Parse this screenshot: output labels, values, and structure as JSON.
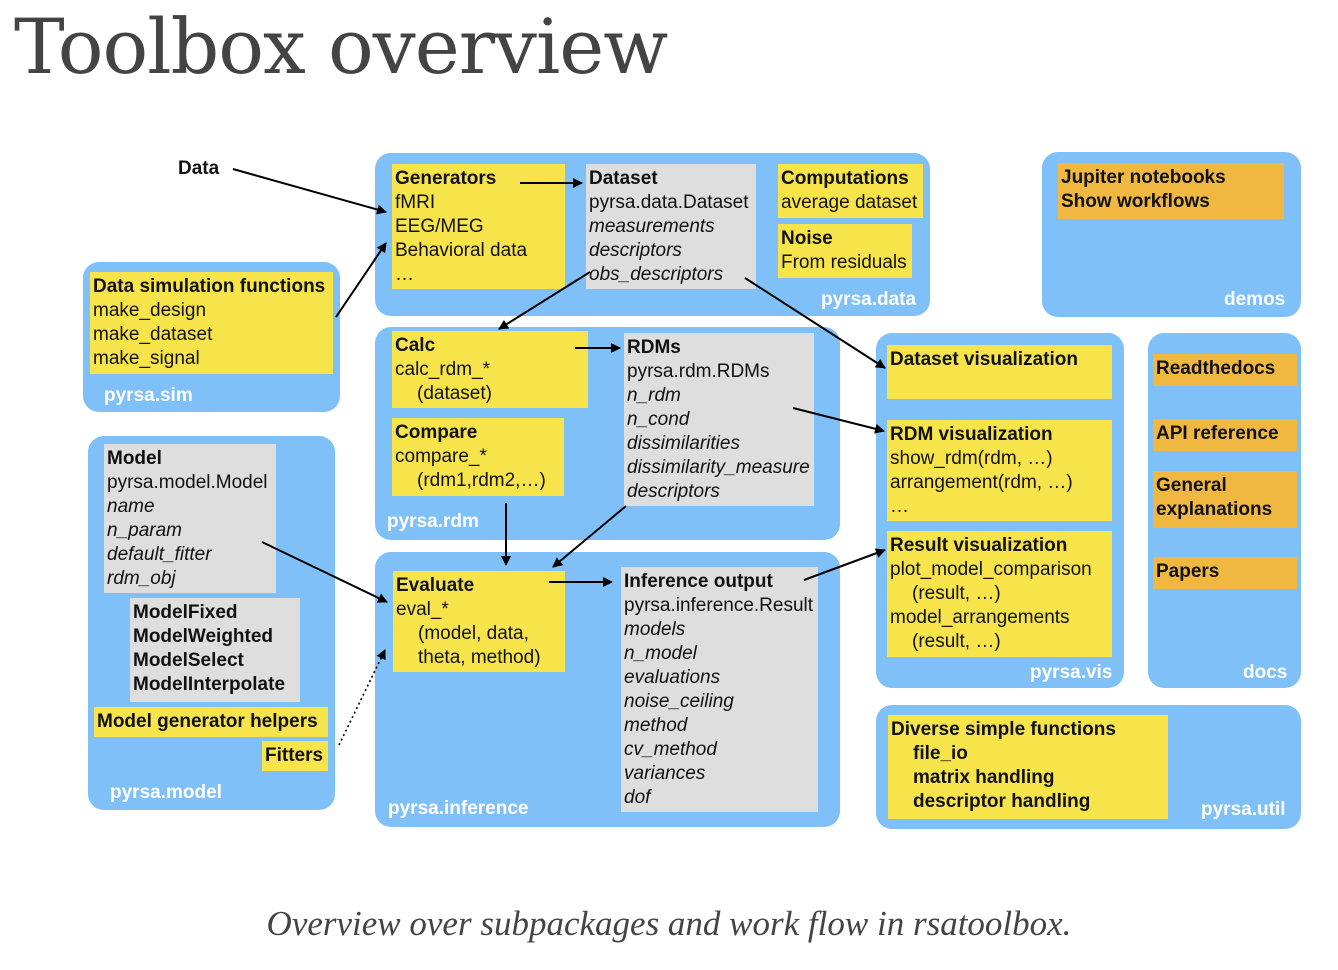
{
  "title": "Toolbox overview",
  "caption": "Overview over subpackages and work flow in rsatoolbox.",
  "data_label": "Data",
  "packages": {
    "data": "pyrsa.data",
    "sim": "pyrsa.sim",
    "rdm": "pyrsa.rdm",
    "model": "pyrsa.model",
    "inference": "pyrsa.inference",
    "vis": "pyrsa.vis",
    "util": "pyrsa.util",
    "demos": "demos",
    "docs": "docs"
  },
  "generators": {
    "title": "Generators",
    "lines": [
      "fMRI",
      "EEG/MEG",
      "Behavioral data",
      "…"
    ]
  },
  "dataset": {
    "title": "Dataset",
    "lines": [
      "pyrsa.data.Dataset"
    ],
    "italic": [
      "measurements",
      "descriptors",
      "obs_descriptors"
    ]
  },
  "computations": {
    "title": "Computations",
    "line": "average dataset"
  },
  "noise": {
    "title": "Noise",
    "line": "From residuals"
  },
  "sim": {
    "title": "Data simulation functions",
    "lines": [
      "make_design",
      "make_dataset",
      "make_signal"
    ]
  },
  "calc": {
    "title": "Calc",
    "line": "calc_rdm_*",
    "line2": "(dataset)"
  },
  "compare": {
    "title": "Compare",
    "line": "compare_*",
    "line2": "(rdm1,rdm2,…)"
  },
  "rdms": {
    "title": "RDMs",
    "line": "pyrsa.rdm.RDMs",
    "italic": [
      "n_rdm",
      "n_cond",
      "dissimilarities",
      "dissimilarity_measure",
      "descriptors"
    ]
  },
  "model": {
    "title": "Model",
    "line": "pyrsa.model.Model",
    "italic": [
      "name",
      "n_param",
      "default_fitter",
      "rdm_obj"
    ]
  },
  "model_types": [
    "ModelFixed",
    "ModelWeighted",
    "ModelSelect",
    "ModelInterpolate"
  ],
  "model_helpers": "Model generator helpers",
  "fitters": "Fitters",
  "evaluate": {
    "title": "Evaluate",
    "line": "eval_*",
    "lines": [
      "(model, data,",
      "theta, method)"
    ]
  },
  "inference_output": {
    "title": "Inference output",
    "line": "pyrsa.inference.Result",
    "italic": [
      "models",
      "n_model",
      "evaluations",
      "noise_ceiling",
      "method",
      "cv_method",
      "variances",
      "dof"
    ]
  },
  "dataset_vis": {
    "title": "Dataset visualization"
  },
  "rdm_vis": {
    "title": "RDM visualization",
    "lines": [
      "show_rdm(rdm, …)",
      "arrangement(rdm, …)",
      "…"
    ]
  },
  "result_vis": {
    "title": "Result visualization",
    "line1": "plot_model_comparison",
    "line2": "(result, …)",
    "line3": "model_arrangements",
    "line4": "(result, …)"
  },
  "demos": {
    "line1": "Jupiter notebooks",
    "line2": "Show workflows"
  },
  "docs": [
    "Readthedocs",
    "API reference",
    "General explanations",
    "Papers"
  ],
  "util": {
    "title": "Diverse simple functions",
    "lines": [
      "file_io",
      "matrix handling",
      "descriptor handling"
    ]
  },
  "colors": {
    "package": "#7ec0f7",
    "yellow": "#f6e44a",
    "orange": "#f0b840",
    "gray": "#dedede"
  }
}
